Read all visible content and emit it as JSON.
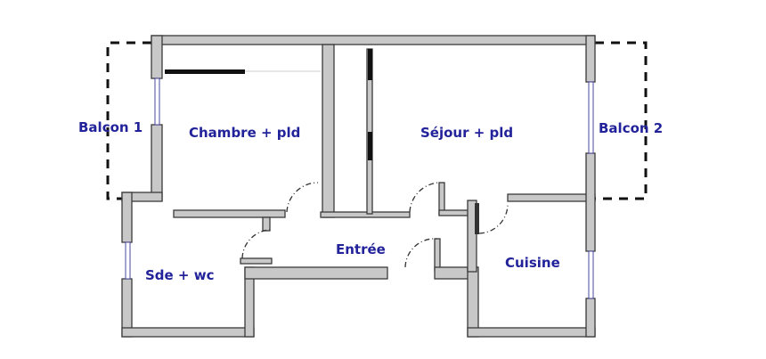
{
  "plan": {
    "rooms": {
      "balcon1": "Balcon 1",
      "chambre": "Chambre + pld",
      "sejour": "Séjour + pld",
      "balcon2": "Balcon 2",
      "entree": "Entrée",
      "sde": "Sde + wc",
      "cuisine": "Cuisine"
    },
    "colors": {
      "label": "#22229a",
      "wall": "#c8c8c8"
    }
  }
}
